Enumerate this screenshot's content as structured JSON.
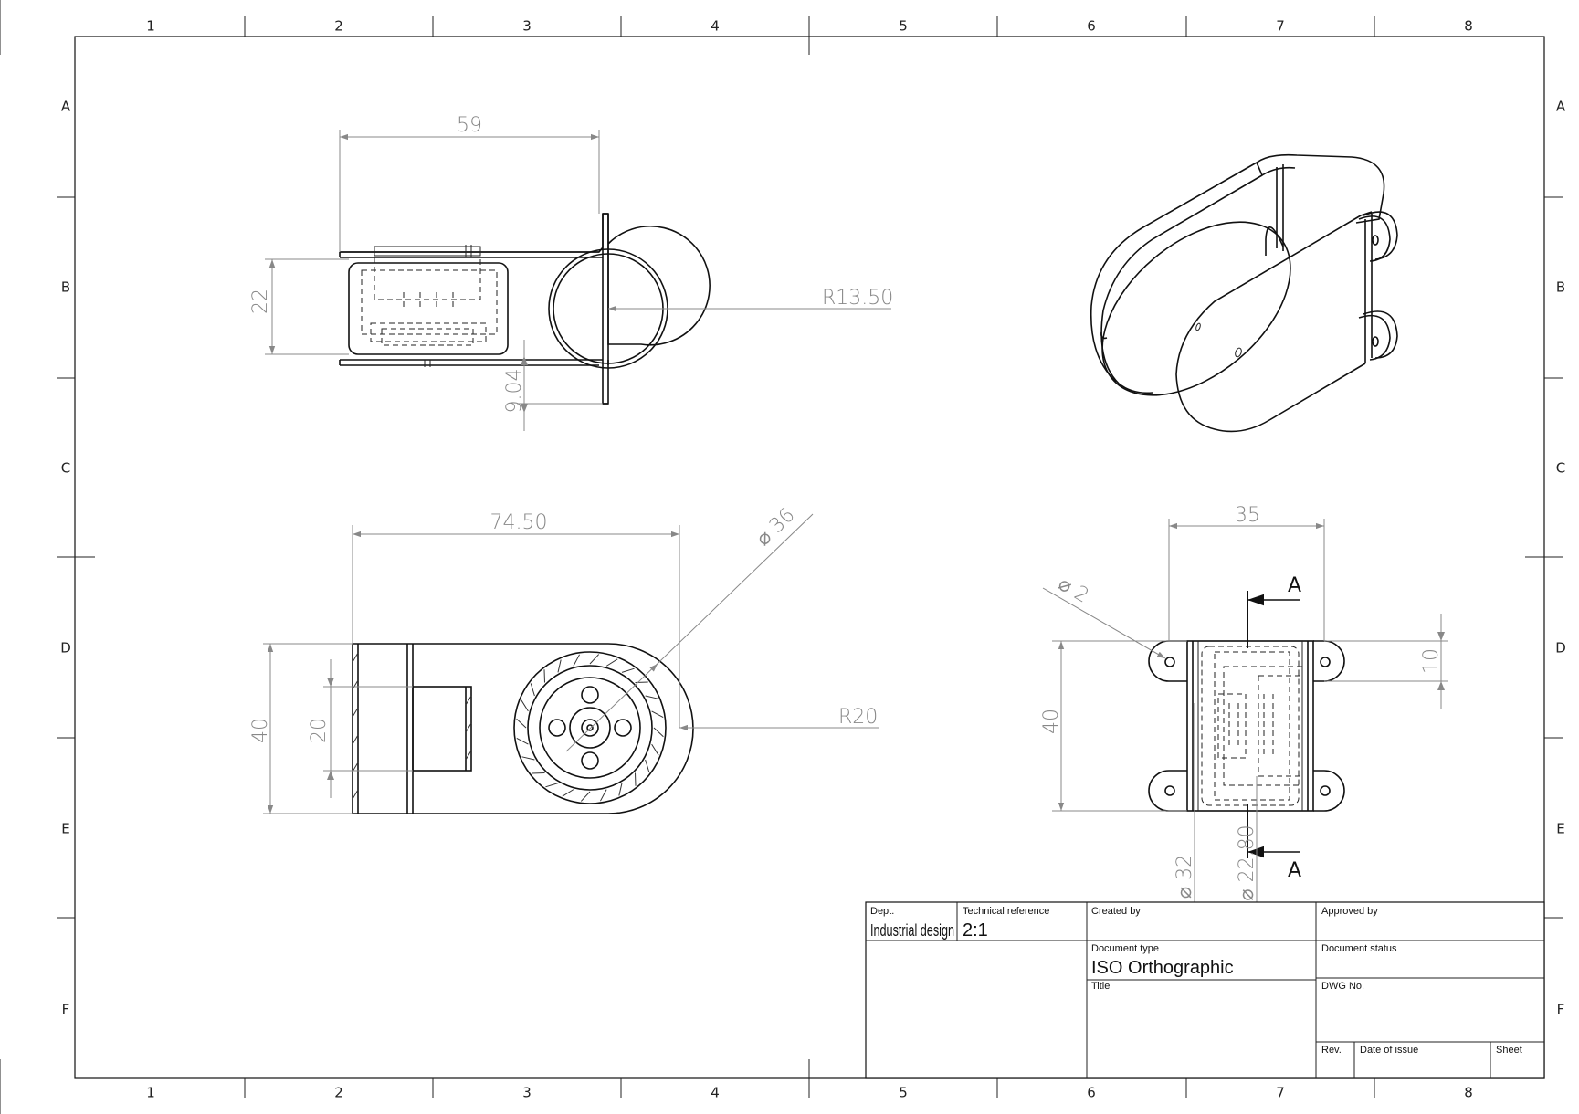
{
  "sheet": {
    "zone_columns": [
      "1",
      "2",
      "3",
      "4",
      "5",
      "6",
      "7",
      "8"
    ],
    "zone_rows": [
      "A",
      "B",
      "C",
      "D",
      "E",
      "F"
    ]
  },
  "dimensions": {
    "top_width": "59",
    "top_height": "22",
    "top_radius": "R13.50",
    "top_tab": "9.04",
    "front_width": "74.50",
    "front_diameter": "⌀ 36",
    "front_height": "40",
    "front_inner": "20",
    "front_radius": "R20",
    "side_width": "35",
    "side_hole": "⌀ 2",
    "side_tab": "10",
    "side_height": "40",
    "side_d32": "⌀ 32",
    "side_d22": "⌀ 22.80"
  },
  "section": {
    "label": "A"
  },
  "title_block": {
    "dept_label": "Dept.",
    "dept_value": "Industrial design",
    "tech_ref_label": "Technical reference",
    "tech_ref_value": "2:1",
    "created_by_label": "Created by",
    "approved_by_label": "Approved by",
    "doc_type_label": "Document type",
    "doc_type_value": "ISO Orthographic",
    "doc_status_label": "Document status",
    "title_label": "Title",
    "dwg_no_label": "DWG No.",
    "rev_label": "Rev.",
    "date_label": "Date of issue",
    "sheet_label": "Sheet"
  }
}
